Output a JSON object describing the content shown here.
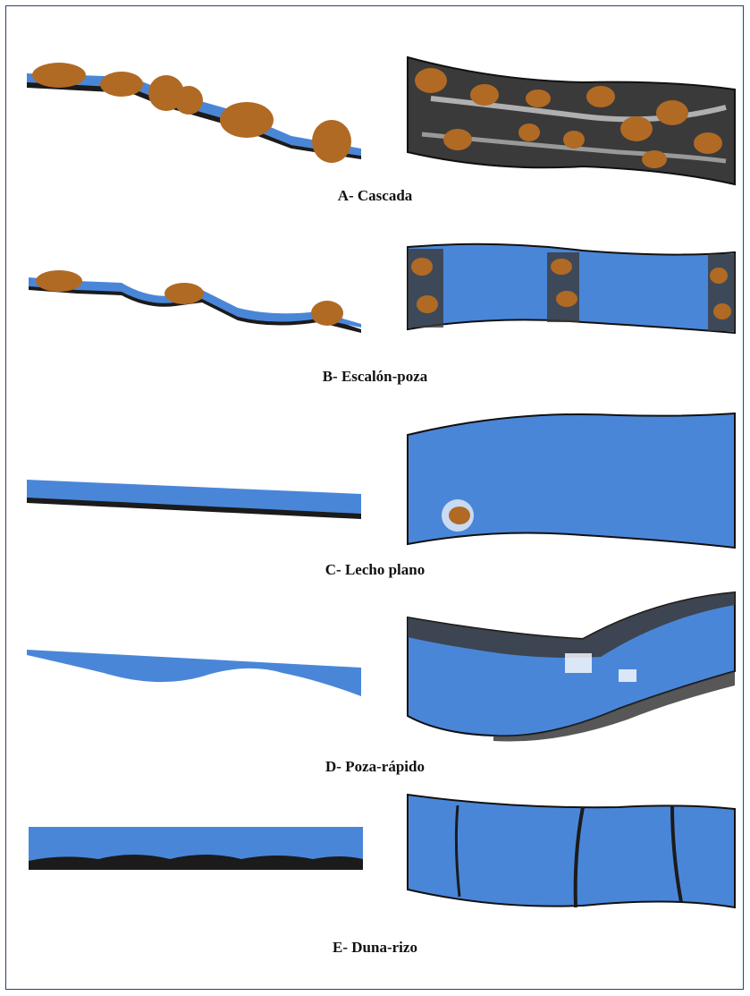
{
  "colors": {
    "water": "#4a86d8",
    "water_light": "#9cc2ee",
    "boulder": "#b06a24",
    "bed_dark": "#1b1b1b",
    "frame_border": "#2d3f6e"
  },
  "panels": [
    {
      "id": "A",
      "caption": "A- Cascada"
    },
    {
      "id": "B",
      "caption": "B- Escalón-poza"
    },
    {
      "id": "C",
      "caption": "C- Lecho plano"
    },
    {
      "id": "D",
      "caption": "D- Poza-rápido"
    },
    {
      "id": "E",
      "caption": "E- Duna-rizo"
    }
  ]
}
